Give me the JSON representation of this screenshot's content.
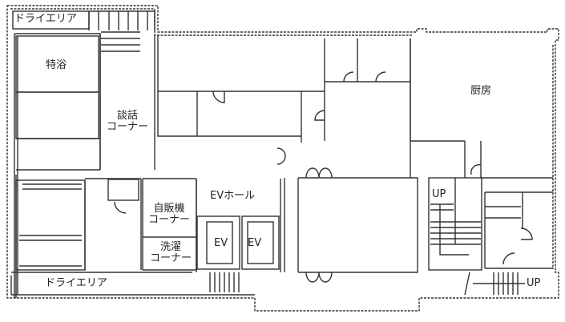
{
  "floor_plan": {
    "rooms": [
      {
        "id": "dry-area-top",
        "label": "ドライエリア"
      },
      {
        "id": "special-bath",
        "label": "特浴"
      },
      {
        "id": "lounge",
        "label_line1": "談話",
        "label_line2": "コーナー"
      },
      {
        "id": "kitchen",
        "label": "厨房"
      },
      {
        "id": "vending",
        "label_line1": "自販機",
        "label_line2": "コーナー"
      },
      {
        "id": "ev-hall",
        "label": "EVホール"
      },
      {
        "id": "laundry",
        "label_line1": "洗濯",
        "label_line2": "コーナー"
      },
      {
        "id": "elevator-1",
        "label": "EV"
      },
      {
        "id": "elevator-2",
        "label": "EV"
      },
      {
        "id": "dry-area-bottom",
        "label": "ドライエリア"
      }
    ],
    "stairs": [
      {
        "id": "stair-main",
        "label": "UP"
      },
      {
        "id": "stair-exterior",
        "label": "UP"
      }
    ],
    "colors": {
      "line": "#333333",
      "background": "#ffffff",
      "text": "#222222"
    }
  }
}
